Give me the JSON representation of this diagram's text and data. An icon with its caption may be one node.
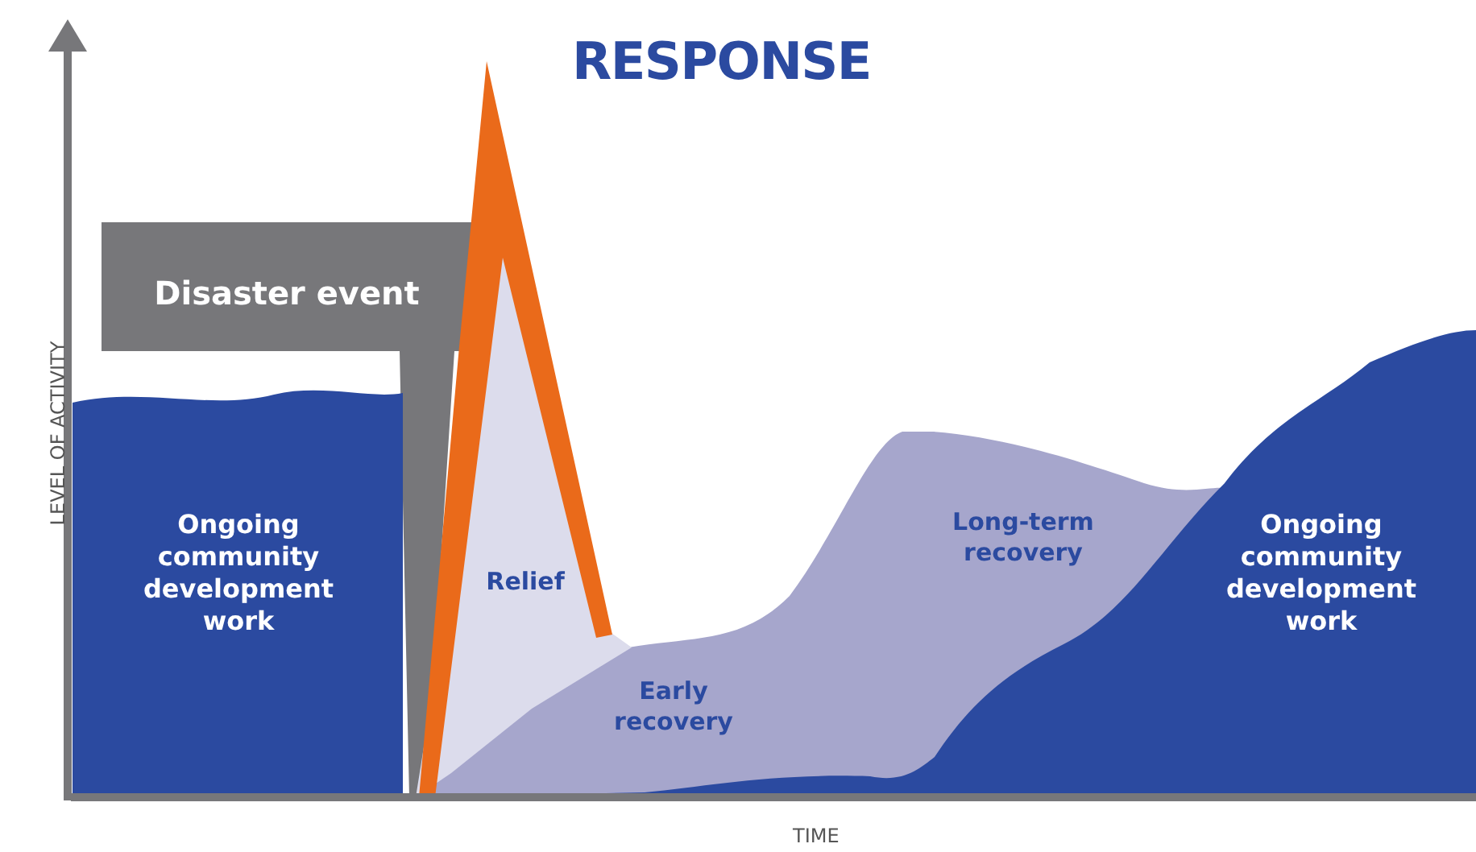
{
  "diagram": {
    "title": "RESPONSE",
    "nodes": [
      {
        "text": [
          "Ongoing community development work"
        ]
      },
      {
        "text": [
          "Disaster event"
        ]
      },
      {
        "text": [
          "Relief"
        ]
      },
      {
        "text": [
          "Early recovery"
        ]
      },
      {
        "text": [
          "Long-term recovery"
        ]
      },
      {
        "text": [
          "Ongoing community development work"
        ]
      }
    ],
    "labels": [
      "LEVEL OF ACTIVITY",
      "TIME"
    ]
  }
}
